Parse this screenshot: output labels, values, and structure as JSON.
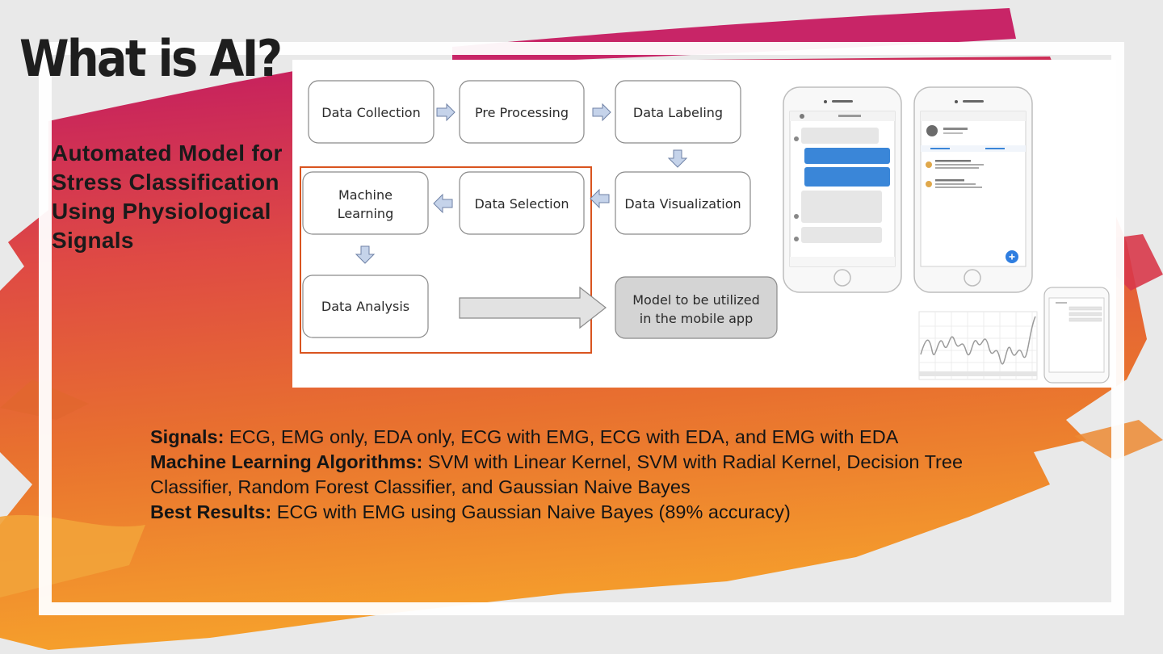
{
  "slide": {
    "title": "What is AI?",
    "subtitle": "Automated Model for Stress Classification Using Physiological Signals",
    "colors": {
      "brush_top": "#c8225e",
      "brush_mid": "#e0553d",
      "brush_bottom": "#f3952e",
      "highlight_box": "#d9541f",
      "process_box_fill": "#ffffff",
      "final_box_fill": "#d4d4d4",
      "arrow_fill": "#c5d3ea",
      "arrow_stroke": "#6f82a6"
    }
  },
  "flowchart": {
    "data_collection": "Data Collection",
    "pre_processing": "Pre Processing",
    "data_labeling": "Data Labeling",
    "data_visualization": "Data Visualization",
    "data_selection": "Data Selection",
    "machine_learning_line1": "Machine",
    "machine_learning_line2": "Learning",
    "data_analysis": "Data Analysis",
    "model_line1": "Model to be utilized",
    "model_line2": "in the mobile app"
  },
  "bullets": {
    "signals_label": "Signals:",
    "signals_text": " ECG, EMG only, EDA only, ECG with EMG, ECG with EDA, and EMG with EDA",
    "ml_label": "Machine Learning Algorithms:",
    "ml_text": " SVM with Linear Kernel, SVM with Radial Kernel, Decision Tree Classifier, Random Forest Classifier, and Gaussian Naive Bayes",
    "best_label": "Best Results:",
    "best_text": " ECG with EMG using Gaussian Naive Bayes (89% accuracy)"
  }
}
